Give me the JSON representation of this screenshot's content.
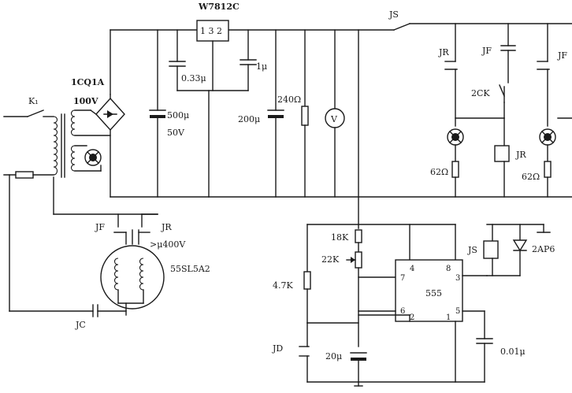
{
  "labels": {
    "regulator": "W7812C",
    "regulator_pins": "1 3 2",
    "switch_js_top": "JS",
    "relay_jr_left": "JR",
    "relay_jf_mid": "JF",
    "relay_jf_right": "JF",
    "k1": "K₁",
    "rectifier": "1CQ1A",
    "rectifier_v": "100V",
    "cap_033": "0.33μ",
    "cap_1u": "1μ",
    "cap_500u": "500μ",
    "cap_500u_v": "50V",
    "cap_200u": "200μ",
    "res_240": "240Ω",
    "voltmeter": "V",
    "sw_2ck": "2CK",
    "coil_jr": "JR",
    "res_62_left": "62Ω",
    "res_62_right": "62Ω",
    "motor_jf": "JF",
    "motor_jr": "JR",
    "motor_cap": ">μ400V",
    "motor": "55SL5A2",
    "jc": "JC",
    "res_18k": "18K",
    "res_22k": "22K",
    "res_47k": "4.7K",
    "ic_555": "555",
    "pin4": "4",
    "pin8": "8",
    "pin7": "7",
    "pin3": "3",
    "pin6": "6",
    "pin2": "2",
    "pin1": "1",
    "pin5": "5",
    "coil_js": "JS",
    "diode": "2AP6",
    "jd": "JD",
    "cap_20u": "20μ",
    "cap_001u": "0.01μ"
  }
}
